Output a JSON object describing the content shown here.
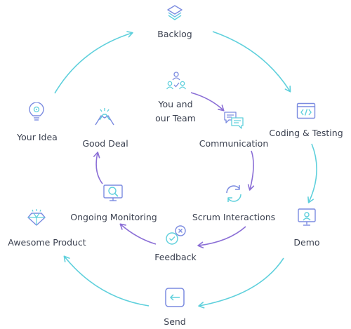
{
  "outer_cycle": {
    "backlog": "Backlog",
    "coding_testing": "Coding & Testing",
    "demo": "Demo",
    "send": "Send",
    "awesome_product": "Awesome Product",
    "your_idea": "Your Idea"
  },
  "inner_cycle": {
    "you_and_team_line1": "You and",
    "you_and_team_line2": "our Team",
    "communication": "Communication",
    "scrum_interactions": "Scrum Interactions",
    "feedback": "Feedback",
    "ongoing_monitoring": "Ongoing Monitoring",
    "good_deal": "Good Deal"
  },
  "colors": {
    "outer_arrow": "#5fd0dc",
    "inner_arrow": "#8b6fd6",
    "text": "#3b4150"
  }
}
